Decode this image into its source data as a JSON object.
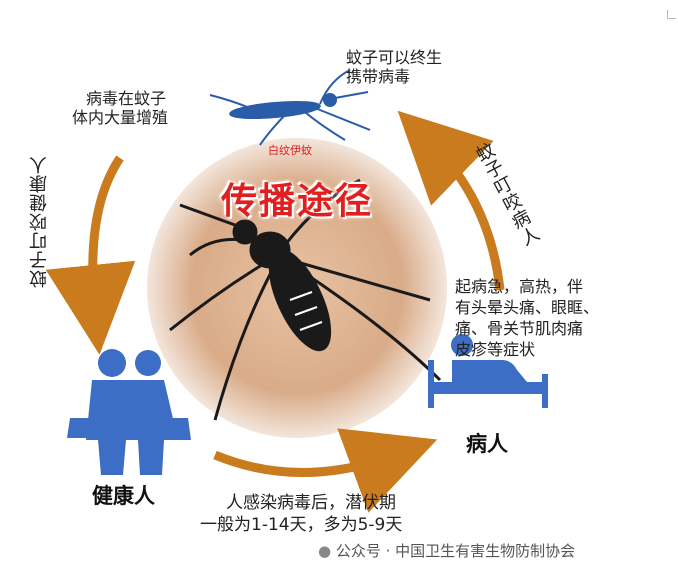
{
  "title": "传播途径",
  "virus_multiply": [
    "病毒在蚊子",
    "体内大量增殖"
  ],
  "lifelong_carrier": [
    "蚊子可以终生",
    "携带病毒"
  ],
  "mosquito_name": "白纹伊蚊",
  "bite_patient": "蚊子叮咬病人",
  "bite_healthy": "蚊子叮咬健康人",
  "symptoms": [
    "起病急，高热，伴",
    "有头晕头痛、眼眶、",
    "痛、骨关节肌肉痛",
    "皮疹等症状"
  ],
  "patient_label": "病人",
  "healthy_label": "健康人",
  "incubation": [
    "人感染病毒后，潜伏期",
    "一般为1-14天，多为5-9天"
  ],
  "watermark": "公众号 · 中国卫生有害生物防制协会",
  "colors": {
    "title": "#e02020",
    "arrow": "#c97b1e",
    "figure": "#3b6ec4"
  }
}
